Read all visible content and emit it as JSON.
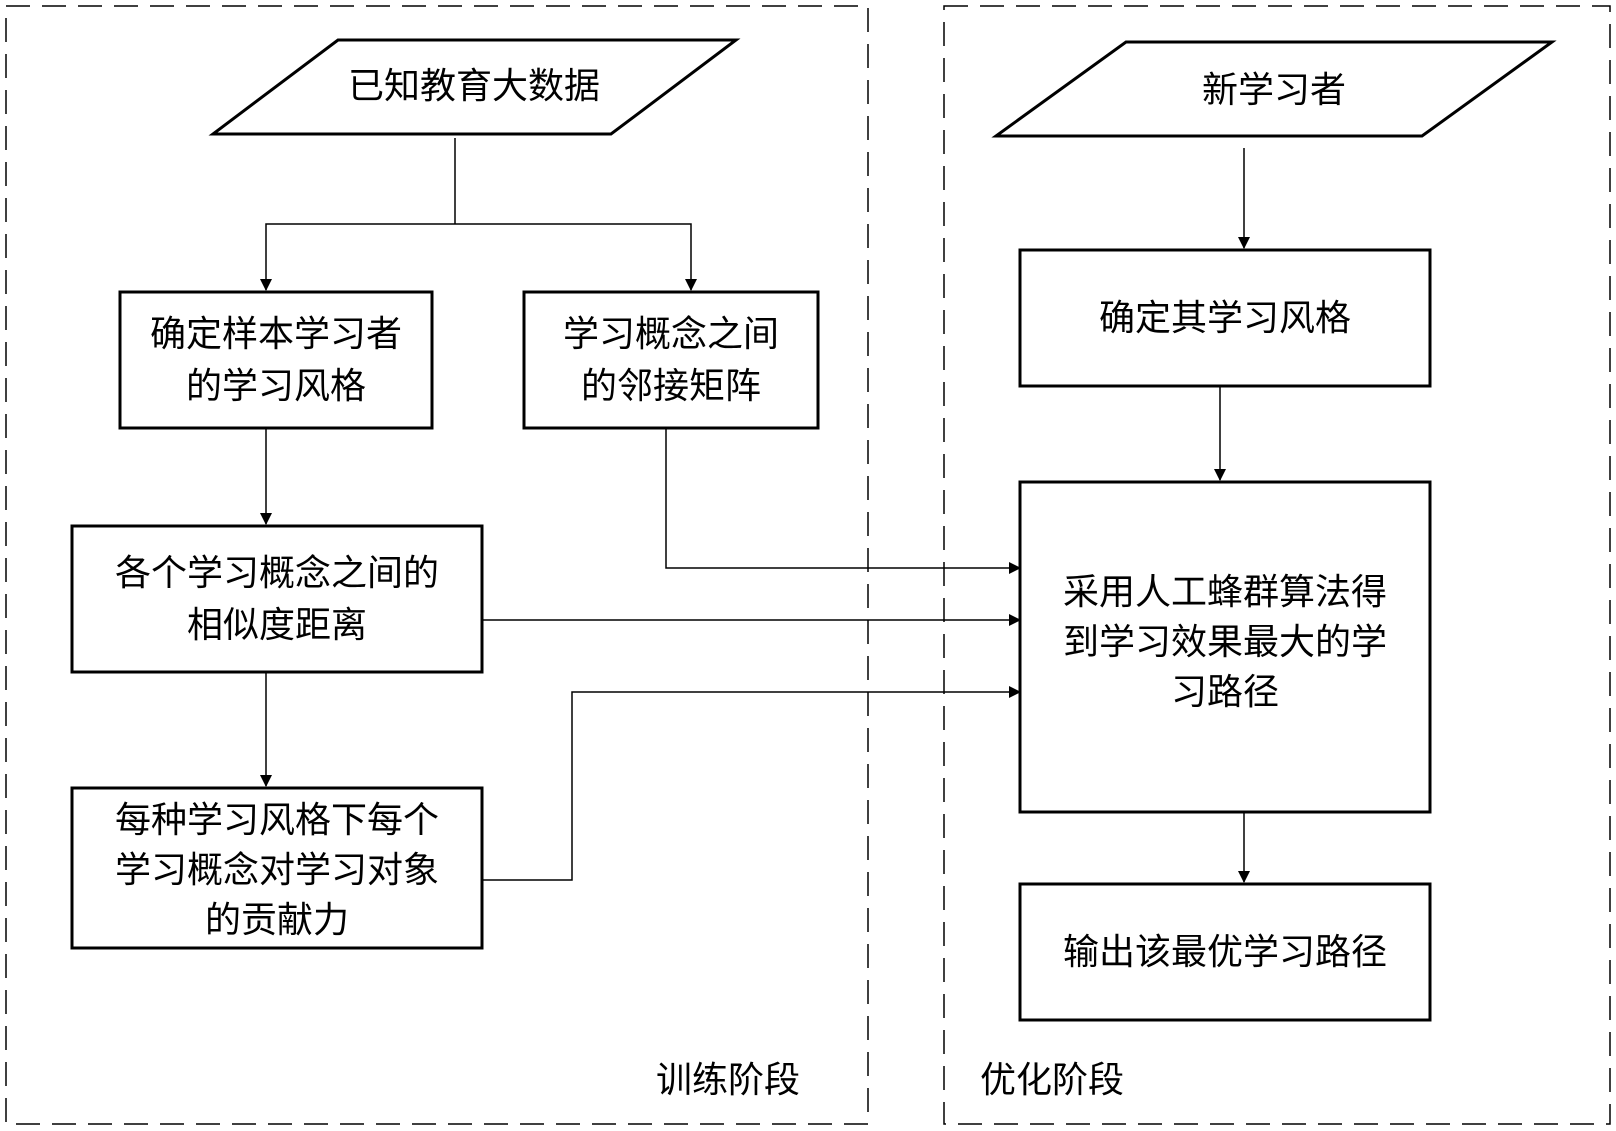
{
  "stages": {
    "training": "训练阶段",
    "optimization": "优化阶段"
  },
  "nodes": {
    "known_data": [
      "已知教育大数据"
    ],
    "sample_style": [
      "确定样本学习者",
      "的学习风格"
    ],
    "adjacency": [
      "学习概念之间",
      "的邻接矩阵"
    ],
    "similarity": [
      "各个学习概念之间的",
      "相似度距离"
    ],
    "contribution": [
      "每种学习风格下每个",
      "学习概念对学习对象",
      "的贡献力"
    ],
    "new_learner": [
      "新学习者"
    ],
    "determine_style": [
      "确定其学习风格"
    ],
    "abc_algorithm": [
      "采用人工蜂群算法得",
      "到学习效果最大的学",
      "习路径"
    ],
    "output_path": [
      "输出该最优学习路径"
    ]
  }
}
